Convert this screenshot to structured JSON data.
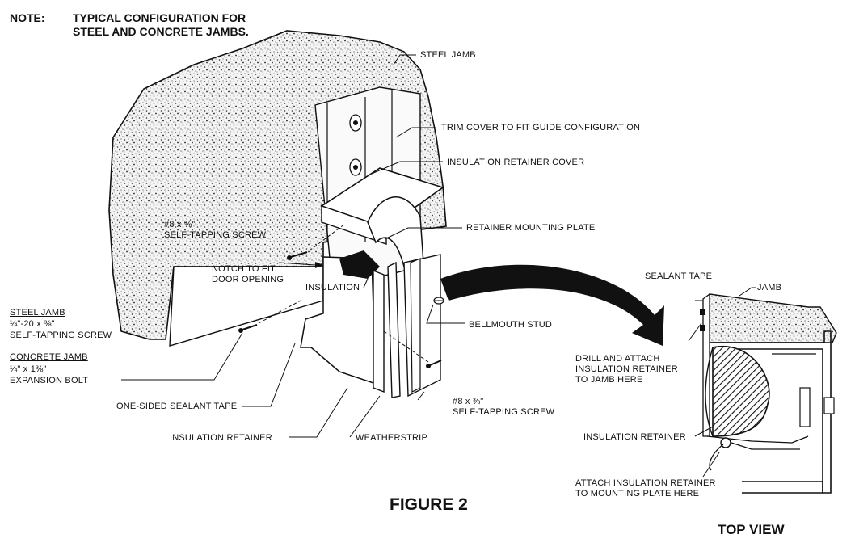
{
  "note": {
    "label": "NOTE:",
    "line1": "TYPICAL CONFIGURATION FOR",
    "line2": "STEEL AND CONCRETE JAMBS."
  },
  "figure_title": "FIGURE 2",
  "top_view_title": "TOP VIEW",
  "labels": {
    "steel_jamb": "STEEL JAMB",
    "trim_cover": "TRIM COVER TO FIT GUIDE CONFIGURATION",
    "insulation_retainer_cover": "INSULATION RETAINER COVER",
    "screw_top_1": "#8 x ⅜\"",
    "screw_top_2": "SELF-TAPPING SCREW",
    "retainer_mounting_plate": "RETAINER MOUNTING PLATE",
    "notch_1": "NOTCH TO FIT",
    "notch_2": "DOOR OPENING",
    "insulation": "INSULATION",
    "bellmouth_stud": "BELLMOUTH STUD",
    "left_steel_jamb": "STEEL JAMB",
    "left_steel_size": "¼\"-20 x ⅜\"",
    "left_steel_screw": "SELF-TAPPING SCREW",
    "left_concrete_jamb": "CONCRETE JAMB",
    "left_concrete_size": "¼\" x 1⅜\"",
    "left_concrete_bolt": "EXPANSION BOLT",
    "one_sided_tape": "ONE-SIDED SEALANT TAPE",
    "insulation_retainer": "INSULATION RETAINER",
    "weatherstrip": "WEATHERSTRIP",
    "screw_bottom_1": "#8 x ⅜\"",
    "screw_bottom_2": "SELF-TAPPING SCREW",
    "tv_sealant_tape": "SEALANT TAPE",
    "tv_jamb": "JAMB",
    "tv_drill_1": "DRILL AND ATTACH",
    "tv_drill_2": "INSULATION RETAINER",
    "tv_drill_3": "TO JAMB HERE",
    "tv_insulation_retainer": "INSULATION RETAINER",
    "tv_attach_1": "ATTACH INSULATION RETAINER",
    "tv_attach_2": "TO MOUNTING PLATE HERE"
  },
  "icons": {
    "arrow": "curved-arrow-icon"
  }
}
